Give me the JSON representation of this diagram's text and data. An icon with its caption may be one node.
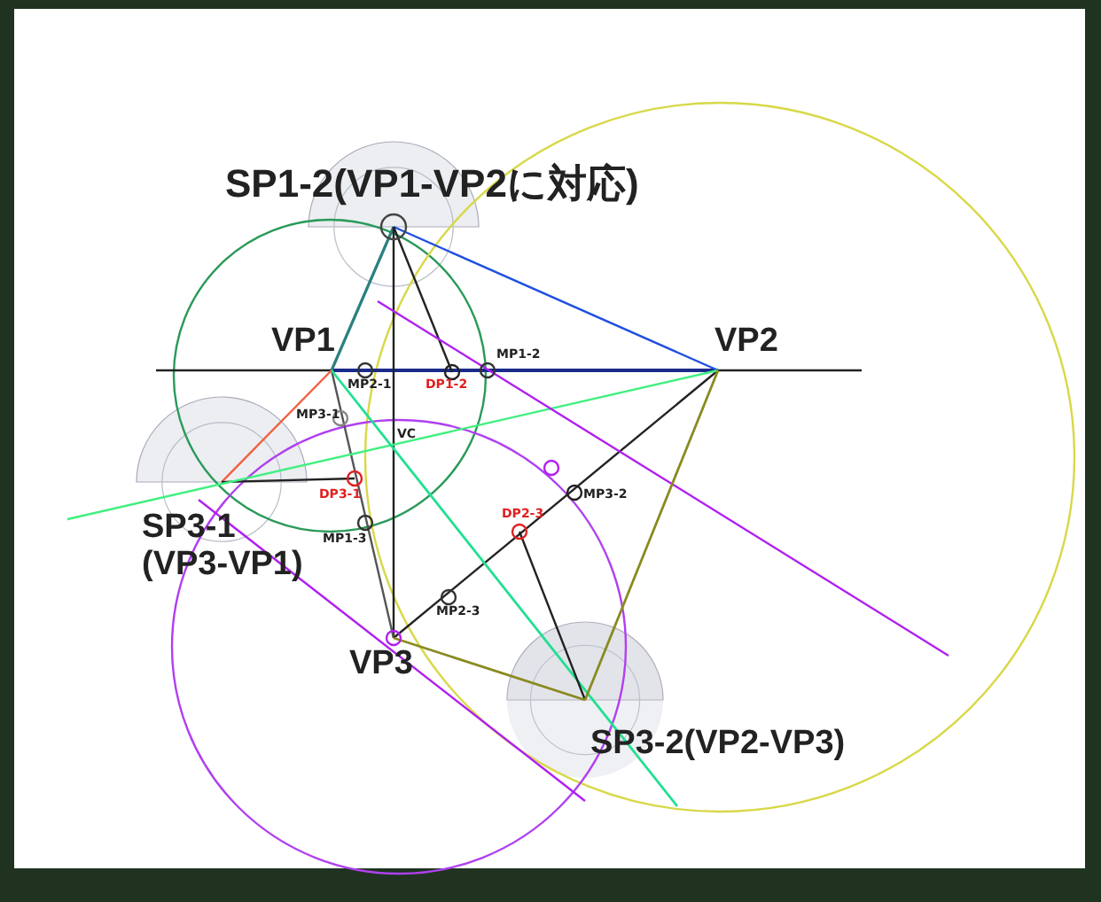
{
  "diagram": {
    "labels": [
      "SP1-2(VP1-VP2に対応)",
      "VP1",
      "VP2",
      "MP2-1",
      "DP1-2",
      "MP1-2",
      "MP3-1",
      "VC",
      "DP3-1",
      "SP3-1 (VP3-VP1)",
      "MP1-3",
      "MP3-2",
      "DP2-3",
      "MP2-3",
      "VP3",
      "SP3-2(VP2-VP3)"
    ]
  }
}
